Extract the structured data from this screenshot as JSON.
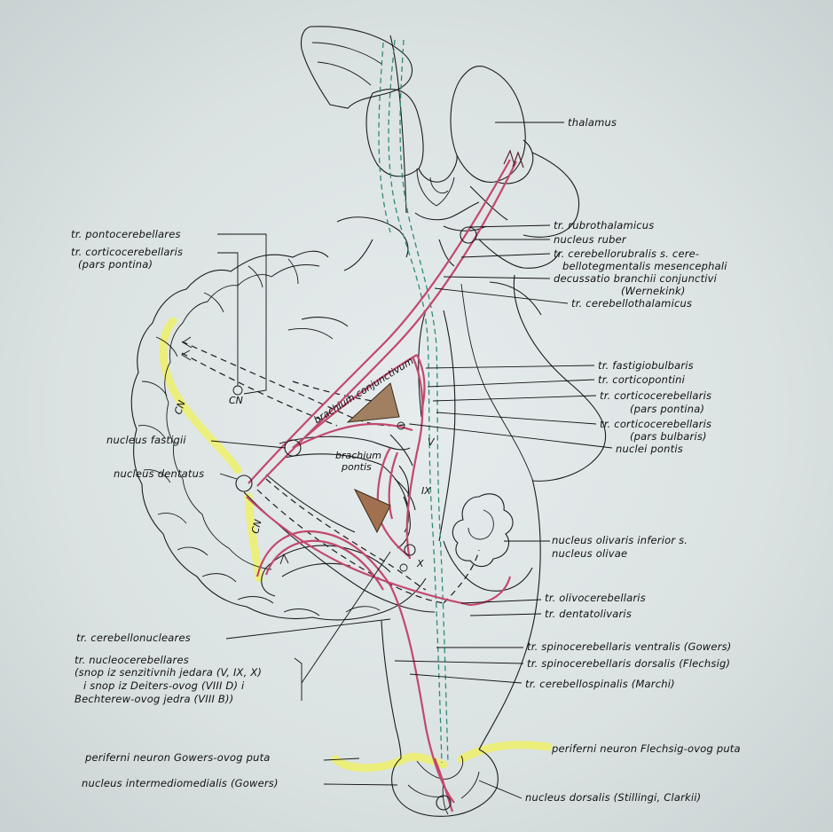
{
  "labels": {
    "thalamus": "thalamus",
    "tr_rubrothalamicus": "tr. rubrothalamicus",
    "nucleus_ruber": "nucleus ruber",
    "cerebellorubralis_1": "tr. cerebellorubralis s. cere-",
    "cerebellorubralis_2": "bellotegmentalis mesencephali",
    "decussatio_1": "decussatio branchii conjunctivi",
    "decussatio_2": "(Wernekink)",
    "tr_cerebellothalamicus": "tr. cerebellothalamicus",
    "tr_fastigiobulbaris": "tr. fastigiobulbaris",
    "tr_corticopontini": "tr. corticopontini",
    "corticocerebellaris_pont_1": "tr. corticocerebellaris",
    "corticocerebellaris_pont_2": "(pars pontina)",
    "corticocerebellaris_bulb_1": "tr. corticocerebellaris",
    "corticocerebellaris_bulb_2": "(pars bulbaris)",
    "nuclei_pontis": "nuclei pontis",
    "olivaris_1": "nucleus olivaris inferior s.",
    "olivaris_2": "nucleus olivae",
    "tr_olivocerebellaris": "tr. olivocerebellaris",
    "tr_dentatolivaris": "tr. dentatolivaris",
    "spino_ventralis": "tr. spinocerebellaris ventralis (Gowers)",
    "spino_dorsalis": "tr. spinocerebellaris dorsalis (Flechsig)",
    "cerebellospinalis": "tr. cerebellospinalis (Marchi)",
    "periferni_flechsig": "periferni neuron Flechsig-ovog puta",
    "nucleus_dorsalis": "nucleus dorsalis (Stillingi, Clarkii)",
    "tr_pontocerebellares": "tr. pontocerebellares",
    "corticocerebellaris_left_1": "tr. corticocerebellaris",
    "corticocerebellaris_left_2": "(pars pontina)",
    "nucleus_fastigii": "nucleus fastigii",
    "nucleus_dentatus": "nucleus dentatus",
    "tr_cerebellonucleares": "tr. cerebellonucleares",
    "nucleocerebellares_1": "tr. nucleocerebellares",
    "nucleocerebellares_2": "(snop iz senzitivnih jedara (V, IX, X)",
    "nucleocerebellares_3": "i snop iz Deiters-ovog (VIII D) i",
    "nucleocerebellares_4": "Bechterew-ovog jedra (VIII B))",
    "periferni_gowers": "periferni neuron Gowers-ovog puta",
    "nucleus_intermediomedialis": "nucleus intermediomedialis (Gowers)",
    "brachium_conjunctivum": "brachium conjunctivum",
    "brachium_pontis_1": "brachium",
    "brachium_pontis_2": "pontis",
    "cn_1": "CN",
    "cn_2": "CN",
    "cn_3": "CN",
    "roman_v": "V",
    "roman_ix": "IX",
    "roman_x": "X"
  },
  "colors": {
    "efferent_pathway": "#c2486e",
    "afferent_pathway": "#2f8a78",
    "highlight": "#eef06a",
    "pontine_nuclei_fill": "#a08060",
    "background": "#dfe6e6"
  }
}
